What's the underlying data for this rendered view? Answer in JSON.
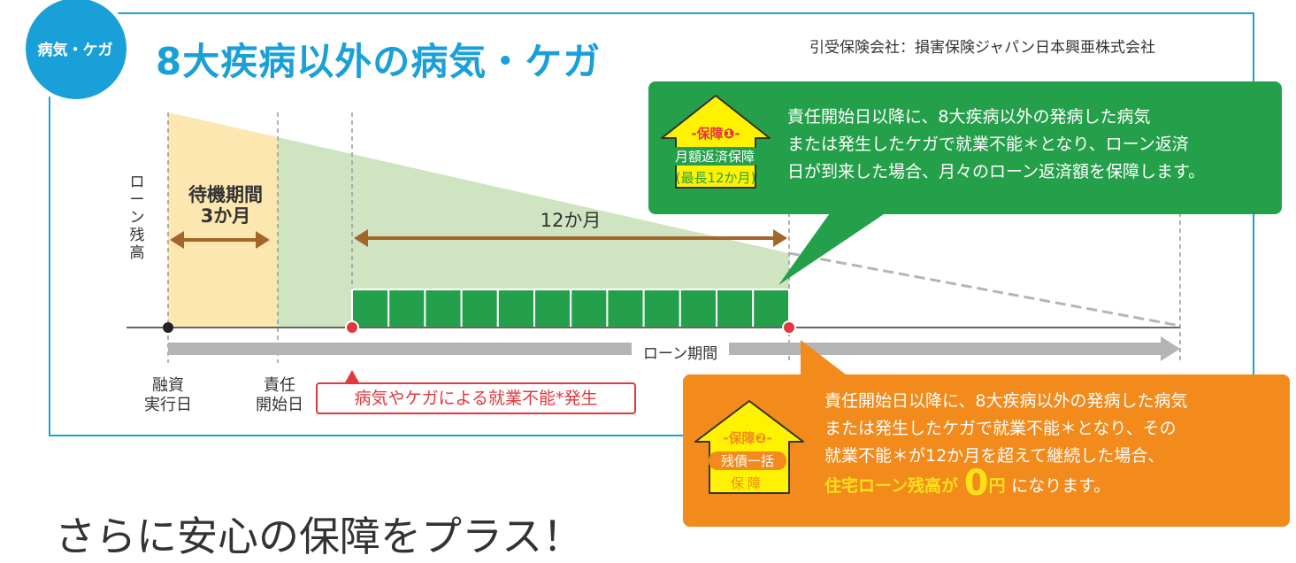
{
  "badge": {
    "label": "病気・ケガ"
  },
  "title": "8大疾病以外の病気・ケガ",
  "insurer": "引受保険会社：損害保険ジャパン日本興亜株式会社",
  "diagram": {
    "y_axis_label": "ローン残高",
    "waiting_period": {
      "line1": "待機期間",
      "line2": "3か月"
    },
    "coverage_period": "12か月",
    "loan_term": "ローン期間",
    "axis_points": [
      {
        "line1": "融資",
        "line2": "実行日"
      },
      {
        "line1": "責任",
        "line2": "開始日"
      }
    ],
    "incident_label": "病気やケガによる就業不能*発生"
  },
  "guarantee1": {
    "badge_top": "-保障❶-",
    "badge_mid": "月額返済保障",
    "badge_bottom": "(最長12か月)",
    "lines": [
      "責任開始日以降に、8大疾病以外の発病した病気",
      "または発生したケガで就業不能＊となり、ローン返済",
      "日が到来した場合、月々のローン返済額を保障します。"
    ]
  },
  "guarantee2": {
    "badge_top": "-保障❷-",
    "badge_mid": "残債一括",
    "badge_bottom": "保障",
    "lines": [
      "責任開始日以降に、8大疾病以外の発病した病気",
      "または発生したケガで就業不能＊となり、その",
      "就業不能＊が12か月を超えて継続した場合、"
    ],
    "final_prefix": "住宅ローン残高が",
    "final_zero": "0",
    "final_unit": "円",
    "final_suffix": "になります。"
  },
  "bottom_heading": "さらに安心の保障をプラス！",
  "colors": {
    "brand_blue": "#1aa0d8",
    "green": "#25a04a",
    "orange": "#f28a1c",
    "red": "#e2383f",
    "wait_fill": "#fde7b0",
    "green_fill": "#cfe4c0"
  }
}
